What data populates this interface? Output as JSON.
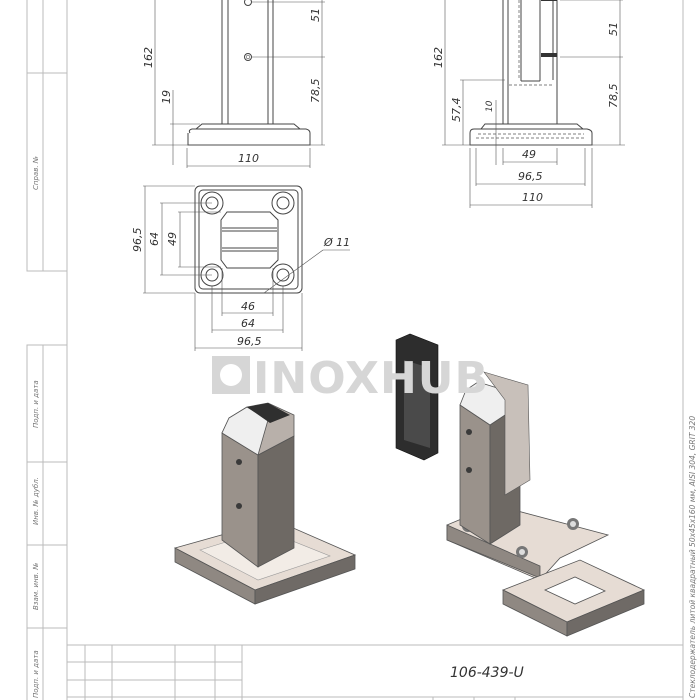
{
  "drawing": {
    "code": "106-439-U",
    "title": "Стеклодержатель литой квадратный 50x45x160 мм, AISI 304, GRIT 320",
    "watermark": "INOXHUB",
    "stamp_labels": [
      "Справ. №",
      "Подп. и дата",
      "Инв. № дубл.",
      "Взам. инв. №",
      "Подп. и дата"
    ],
    "front_view": {
      "height": "162",
      "segment_top": "51",
      "segment_bottom": "78,5",
      "base_height": "19",
      "base_width": "110"
    },
    "side_view": {
      "height": "162",
      "segment_top": "51",
      "segment_bottom": "78,5",
      "slot_depth": "57,4",
      "base_thickness": "10",
      "width_inner": "49",
      "width_mid": "96,5",
      "width_outer": "110"
    },
    "top_view": {
      "height_outer": "96,5",
      "height_holes": "64",
      "height_inner": "49",
      "hole_diameter": "Ø 11",
      "width_inner": "46",
      "width_holes": "64",
      "width_outer": "96,5"
    }
  }
}
